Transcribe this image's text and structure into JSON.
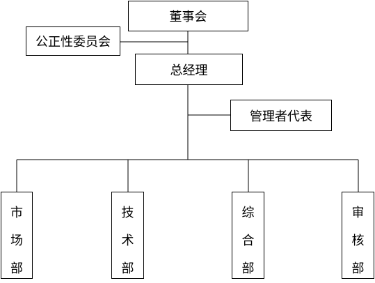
{
  "org": {
    "board": "董事会",
    "fairness_committee": "公正性委员会",
    "general_manager": "总经理",
    "management_rep": "管理者代表",
    "departments": [
      {
        "chars": [
          "市",
          "场",
          "部"
        ]
      },
      {
        "chars": [
          "技",
          "术",
          "部"
        ]
      },
      {
        "chars": [
          "综",
          "合",
          "部"
        ]
      },
      {
        "chars": [
          "审",
          "核",
          "部"
        ]
      }
    ]
  }
}
